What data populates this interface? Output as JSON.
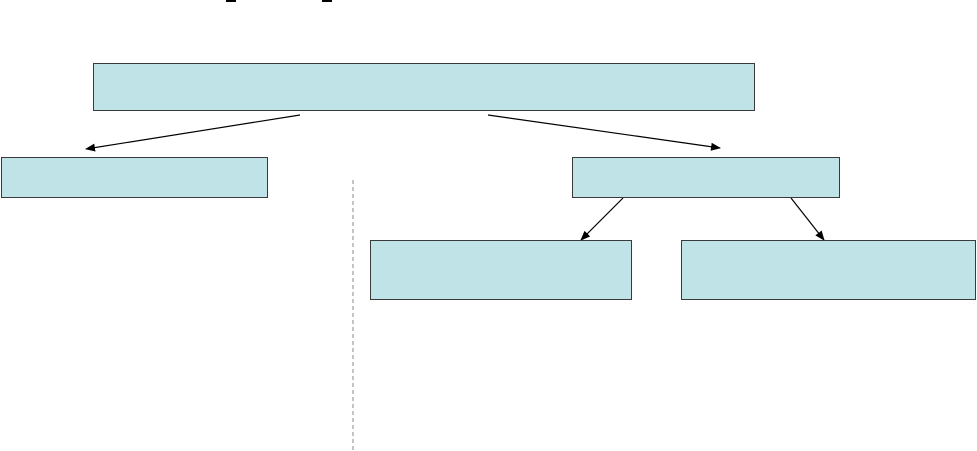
{
  "diagram": {
    "nodes": [
      {
        "id": "root",
        "label": ""
      },
      {
        "id": "left",
        "label": ""
      },
      {
        "id": "right",
        "label": ""
      },
      {
        "id": "right-left-child",
        "label": ""
      },
      {
        "id": "right-right-child",
        "label": ""
      }
    ],
    "edges": [
      {
        "from": "root",
        "to": "left"
      },
      {
        "from": "root",
        "to": "right"
      },
      {
        "from": "right",
        "to": "right-left-child"
      },
      {
        "from": "right",
        "to": "right-right-child"
      }
    ],
    "colors": {
      "box_fill": "#bfe3e6",
      "box_border": "#3a3a3a",
      "arrow": "#000000",
      "divider": "#8a8a8a"
    }
  }
}
